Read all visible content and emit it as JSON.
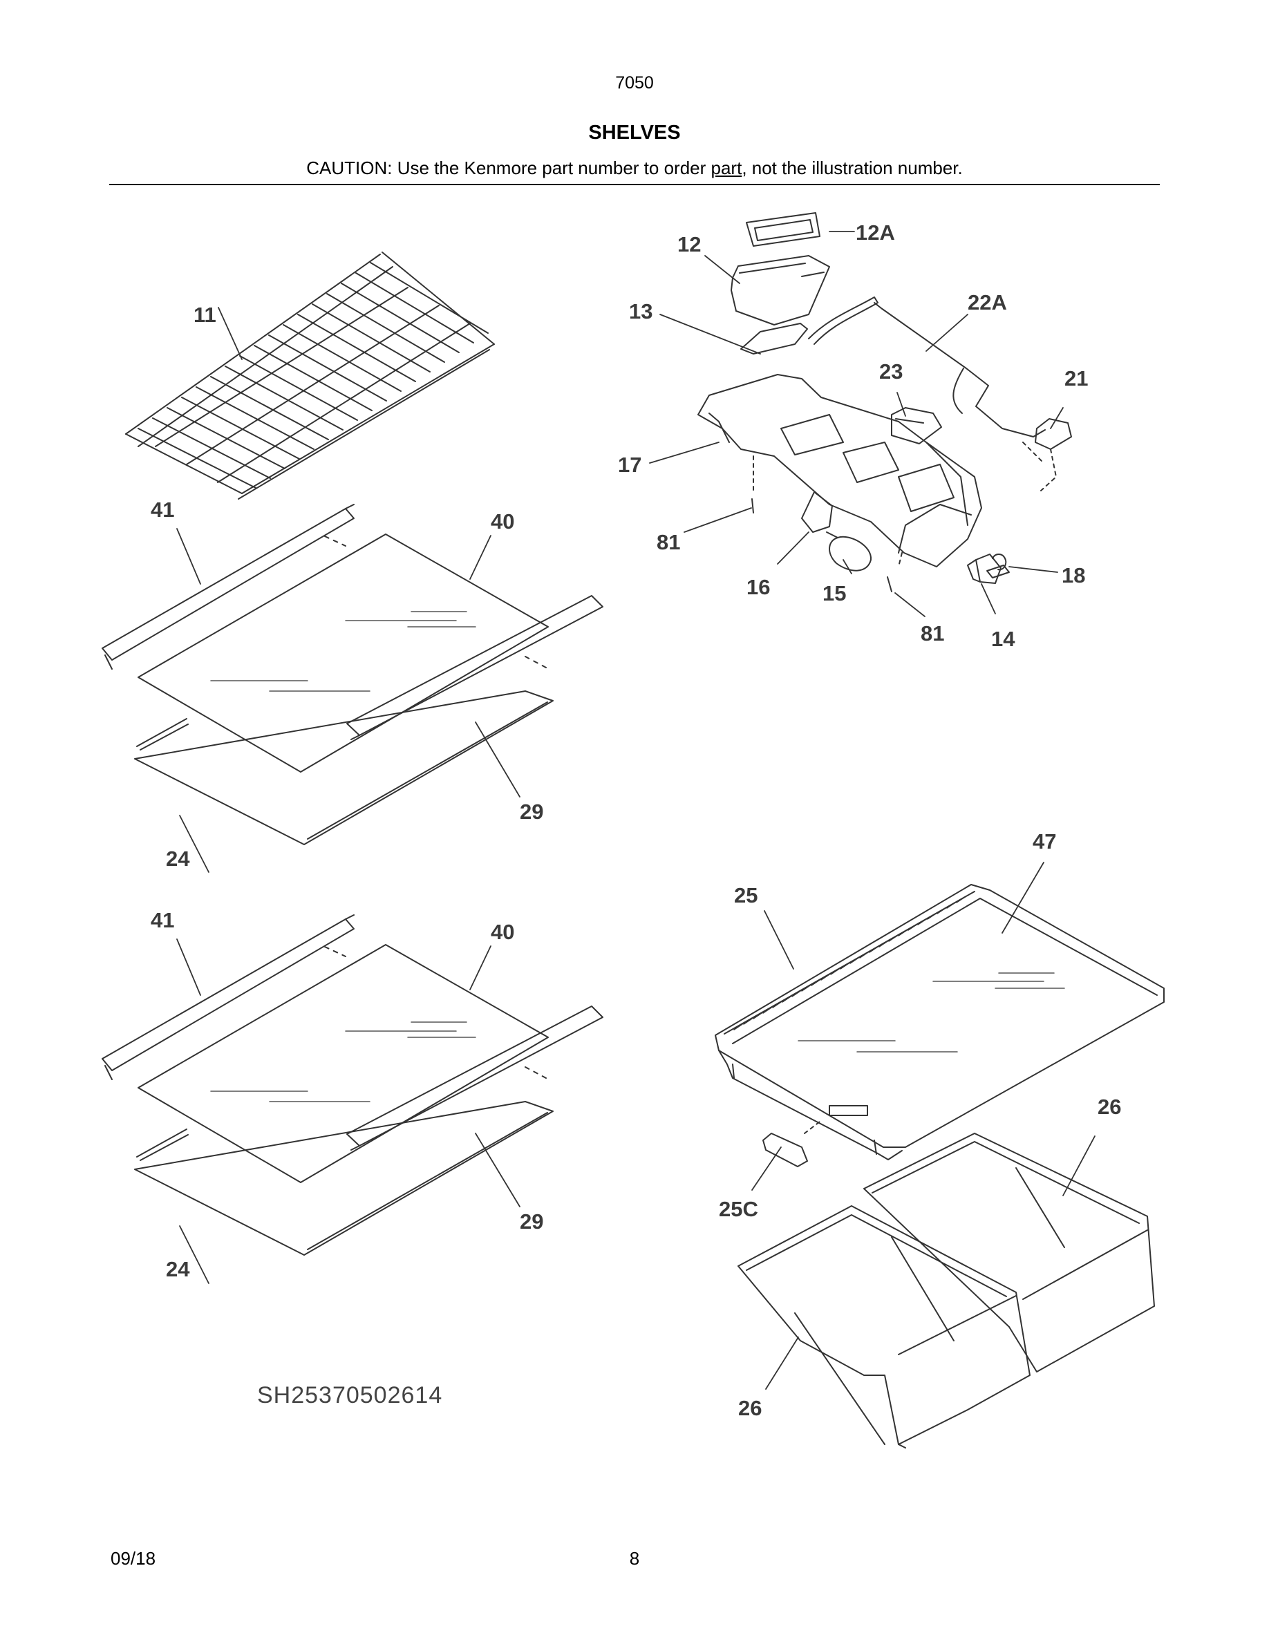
{
  "header": {
    "model": "7050",
    "title": "SHELVES",
    "caution_before": "CAUTION: Use the Kenmore part number to order ",
    "caution_link": "part",
    "caution_after": ", not the illustration number."
  },
  "callouts": {
    "c11": "11",
    "c41a": "41",
    "c40a": "40",
    "c29a": "29",
    "c24a": "24",
    "c41b": "41",
    "c40b": "40",
    "c29b": "29",
    "c24b": "24",
    "c12": "12",
    "c12A": "12A",
    "c13": "13",
    "c22A": "22A",
    "c23": "23",
    "c21": "21",
    "c17": "17",
    "c81a": "81",
    "c16": "16",
    "c15": "15",
    "c18": "18",
    "c81b": "81",
    "c14": "14",
    "c47": "47",
    "c25": "25",
    "c26a": "26",
    "c25C": "25C",
    "c26b": "26"
  },
  "drawing_code": "SH25370502614",
  "footer": {
    "date": "09/18",
    "page": "8"
  }
}
